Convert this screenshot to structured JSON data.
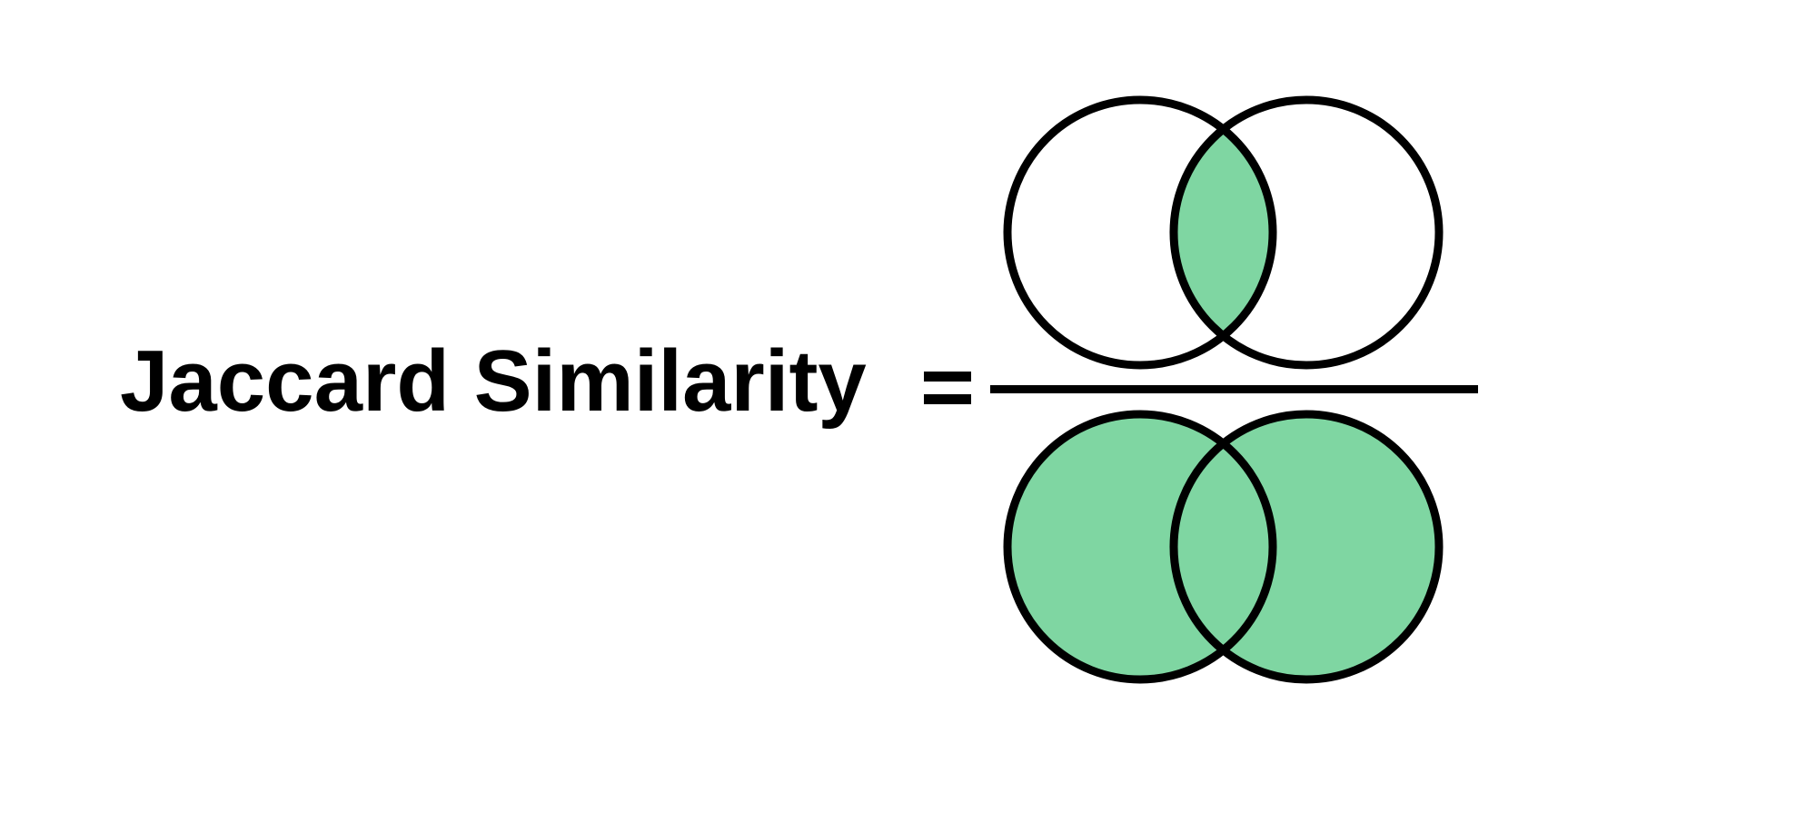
{
  "formula": {
    "label": "Jaccard Similarity =",
    "equals_sign": "="
  },
  "colors": {
    "fill": "#7fd6a2",
    "stroke": "#000000",
    "background": "#ffffff"
  },
  "numerator": {
    "meaning": "intersection",
    "shaded_region": "intersection"
  },
  "denominator": {
    "meaning": "union",
    "shaded_region": "union"
  }
}
